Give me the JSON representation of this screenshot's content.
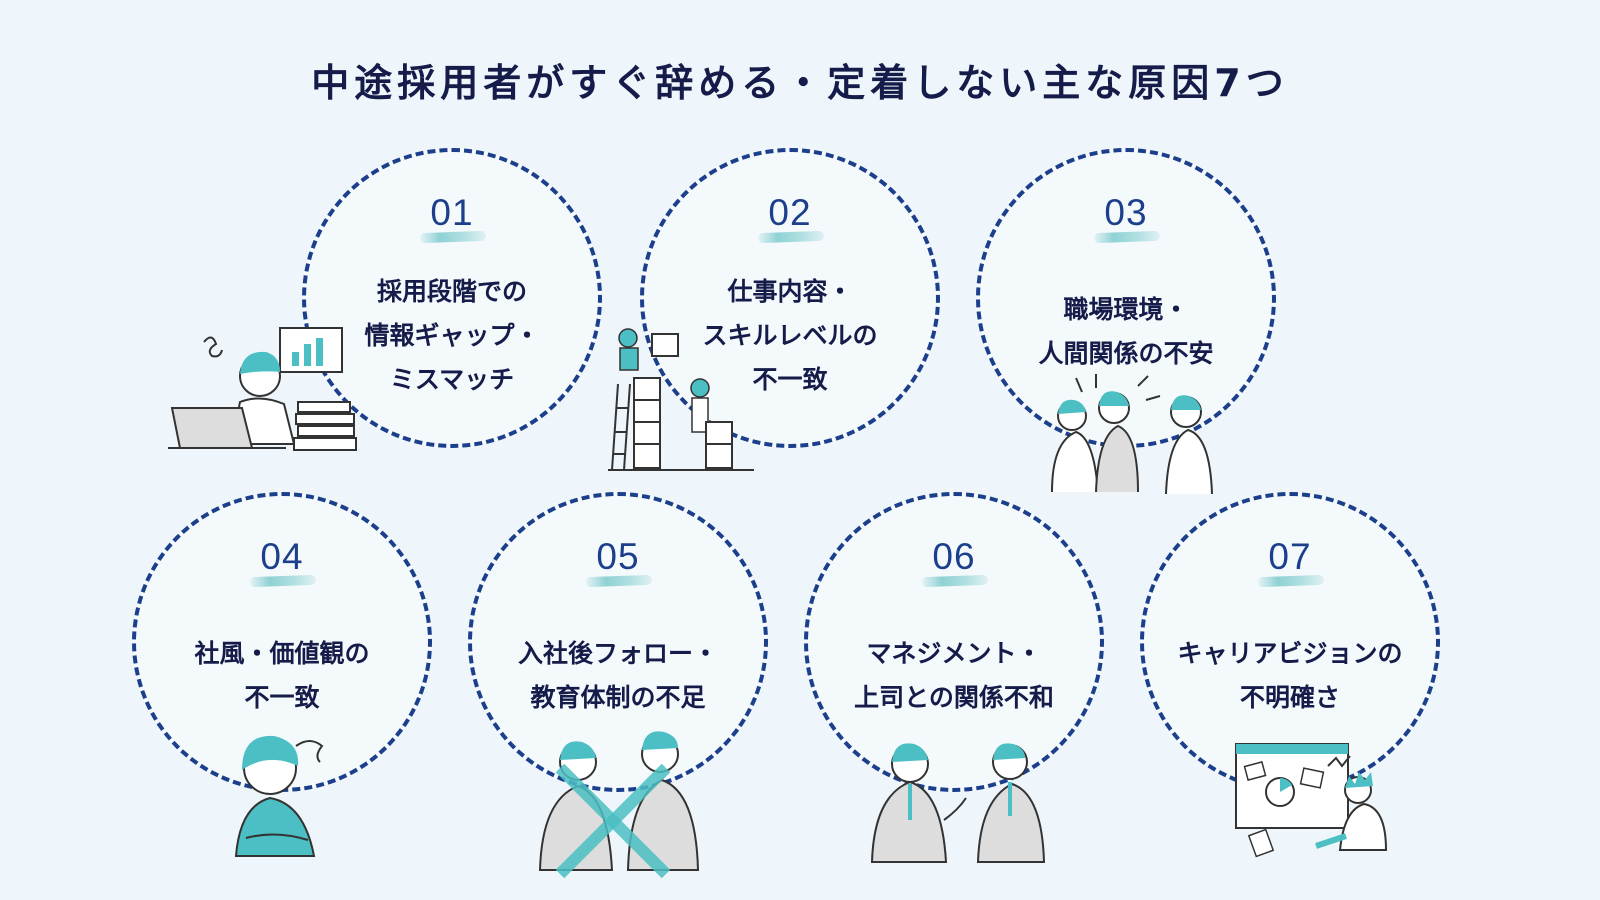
{
  "title": "中途採用者がすぐ辞める・定着しない主な原因7つ",
  "items": [
    {
      "number": "01",
      "lines": [
        "採用段階での",
        "情報ギャップ・",
        "ミスマッチ"
      ],
      "illustration_icon": "frustrated-person-at-laptop-icon"
    },
    {
      "number": "02",
      "lines": [
        "仕事内容・",
        "スキルレベルの",
        "不一致"
      ],
      "illustration_icon": "people-stacking-boxes-icon"
    },
    {
      "number": "03",
      "lines": [
        "職場環境・",
        "人間関係の不安"
      ],
      "illustration_icon": "colleagues-arguing-icon"
    },
    {
      "number": "04",
      "lines": [
        "社風・価値観の",
        "不一致"
      ],
      "illustration_icon": "confused-woman-icon"
    },
    {
      "number": "05",
      "lines": [
        "入社後フォロー・",
        "教育体制の不足"
      ],
      "illustration_icon": "failed-handshake-icon"
    },
    {
      "number": "06",
      "lines": [
        "マネジメント・",
        "上司との関係不和"
      ],
      "illustration_icon": "boss-and-subordinate-icon"
    },
    {
      "number": "07",
      "lines": [
        "キャリアビジョンの",
        "不明確さ"
      ],
      "illustration_icon": "stressed-person-with-charts-icon"
    }
  ],
  "colors": {
    "ring": "#1c3f8c",
    "accent": "#4bbfc3",
    "text": "#161c4a",
    "background": "#eef6fb"
  }
}
